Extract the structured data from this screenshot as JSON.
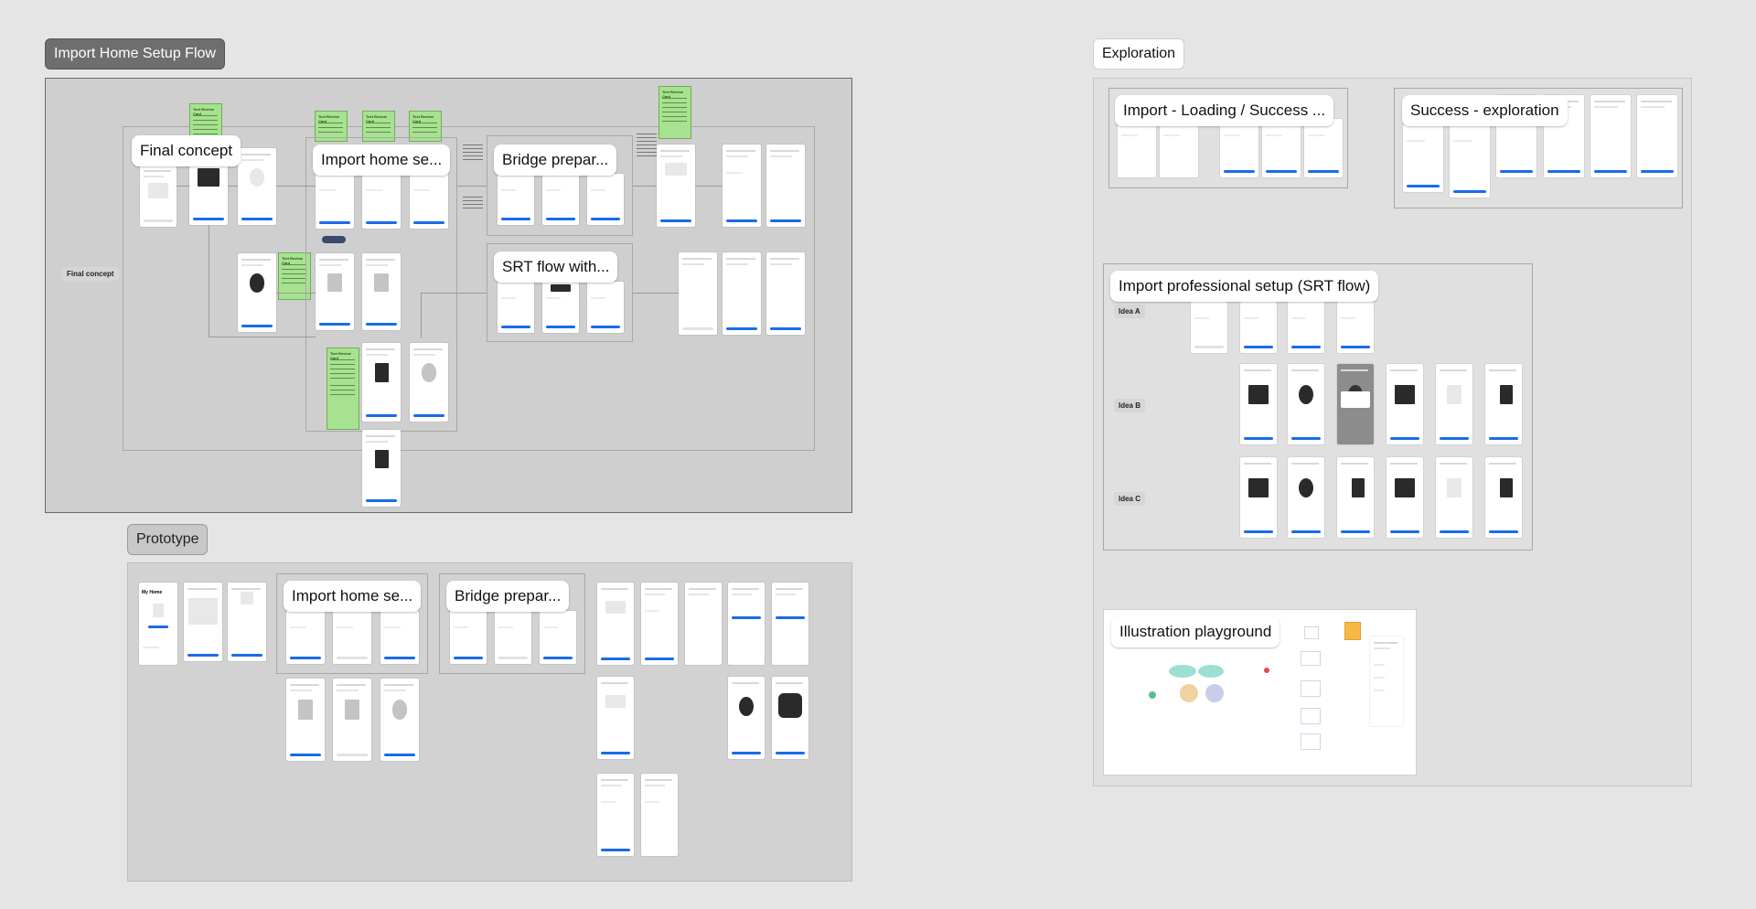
{
  "canvas": {
    "background": "#e5e5e5",
    "accent": "#1a6be8",
    "note_color": "#a6e28f"
  },
  "frames": {
    "import_home_setup_flow": "Import Home Setup Flow",
    "prototype": "Prototype",
    "exploration": "Exploration"
  },
  "flow_sections": {
    "final_concept": "Final concept",
    "import_home_se": "Import home se...",
    "bridge_prepar": "Bridge prepar...",
    "srt_flow_with": "SRT flow with..."
  },
  "flow_side_tag": "Final concept",
  "note_title": "Text Review Card",
  "prototype_sections": {
    "import_home_se": "Import home se...",
    "bridge_prepar": "Bridge prepar..."
  },
  "prototype_phone_title": "My Home",
  "exploration_sections": {
    "import_loading_success": "Import - Loading / Success ...",
    "success_exploration": "Success - exploration",
    "import_professional_setup": "Import professional setup (SRT flow)",
    "illustration_playground": "Illustration playground"
  },
  "ideas": {
    "a": "Idea A",
    "b": "Idea B",
    "c": "Idea C"
  },
  "icons": [
    "phone-screen-thumbnail",
    "bridge-device-icon",
    "house-illustration-icon",
    "cloud-illustration-icon"
  ]
}
